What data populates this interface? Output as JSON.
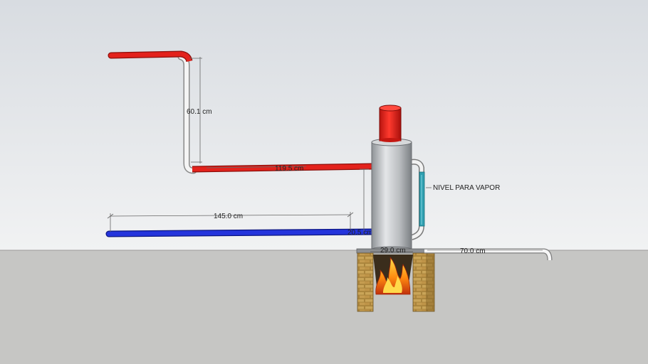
{
  "scene": {
    "colors": {
      "sky_top": "#d9dde2",
      "sky_bottom": "#eef0f2",
      "ground": "#c7c7c5",
      "hot_pipe": "#e0201b",
      "cold_pipe": "#1f2fd6",
      "level_pipe": "#2f9fb0",
      "tank": "#c4c6c9",
      "brick": "#b58a3a",
      "dimension_line": "#555555"
    },
    "labels": {
      "riser_height": "60.1 cm",
      "hot_pipe_length": "119.5 cm",
      "cold_pipe_length": "145.0 cm",
      "inlet_height": "20.5 cm",
      "tank_diameter": "29.0 cm",
      "outlet_length": "70.0 cm",
      "level_note": "NIVEL PARA VAPOR"
    }
  }
}
